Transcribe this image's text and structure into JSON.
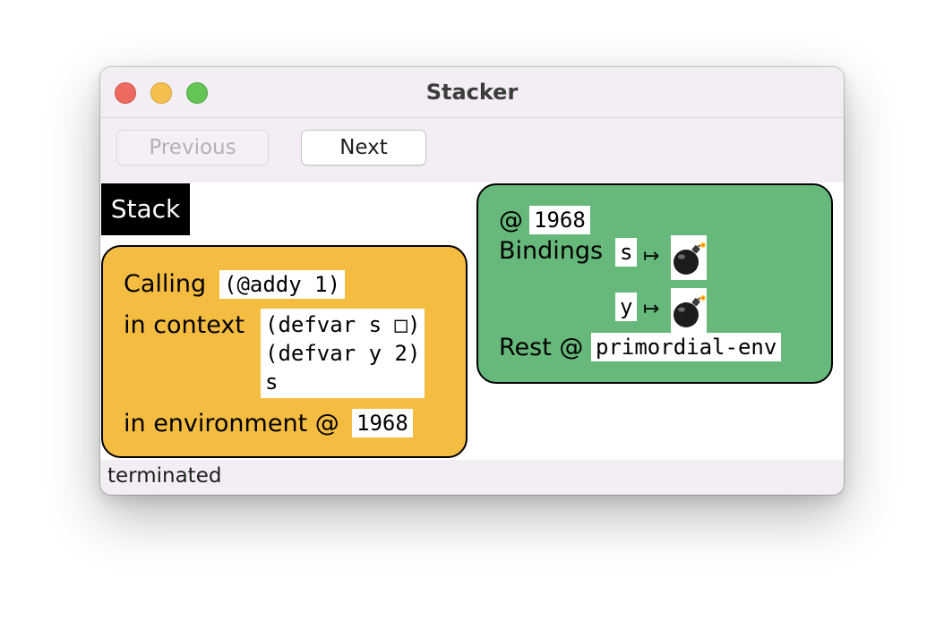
{
  "window": {
    "title": "Stacker"
  },
  "toolbar": {
    "previous_label": "Previous",
    "next_label": "Next"
  },
  "stack": {
    "label": "Stack",
    "frame": {
      "calling_label": "Calling",
      "calling_expr": "(@addy 1)",
      "context_label": "in context",
      "context_lines": [
        "(defvar s □)",
        "(defvar y 2)",
        "s"
      ],
      "environment_label": "in environment @",
      "environment_id": "1968"
    }
  },
  "environment": {
    "at_label": "@",
    "id": "1968",
    "bindings_label": "Bindings",
    "bindings": [
      {
        "name": "s",
        "arrow": "↦",
        "value_icon": "bomb-icon"
      },
      {
        "name": "y",
        "arrow": "↦",
        "value_icon": "bomb-icon"
      }
    ],
    "rest_label": "Rest @",
    "rest_value": "primordial-env"
  },
  "status": {
    "text": "terminated"
  },
  "colors": {
    "frame_bg": "#f4bd42",
    "env_bg": "#66b87b",
    "stack_label_bg": "#000000",
    "window_bg": "#f3edf4"
  }
}
